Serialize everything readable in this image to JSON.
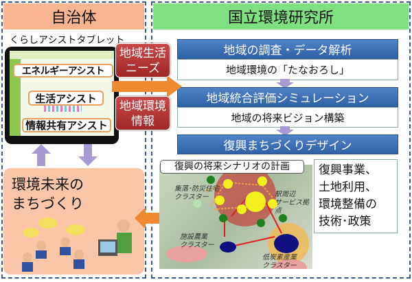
{
  "municipality": {
    "title": "自治体",
    "tablet_label": "くらしアシストタブレット",
    "assists": [
      "エネルギーアシスト",
      "生活アシスト",
      "情報共有アシスト"
    ],
    "goal": {
      "line1": "環境未来の",
      "line2": "まちづくり"
    }
  },
  "flows": {
    "needs": {
      "line1": "地域生活",
      "line2": "ニーズ"
    },
    "env_info": {
      "line1": "地域環境",
      "line2": "情報"
    }
  },
  "institute": {
    "title": "国立環境研究所",
    "steps": [
      {
        "title": "地域の調査・データ解析",
        "detail": "地域環境の「たなおろし」"
      },
      {
        "title": "地域統合評価シミュレーション",
        "detail": "地域の将来ビジョン構築"
      },
      {
        "title": "復興まちづくりデザイン"
      }
    ],
    "map": {
      "title": "復興の将来シナリオの計画",
      "labels": {
        "residential": {
          "line1": "集落･防災住宅",
          "line2": "クラスター"
        },
        "station": {
          "line1": "駅周辺",
          "line2": "サービス拠点"
        },
        "agri": {
          "line1": "施設農業",
          "line2": "クラスター"
        },
        "lowcarbon": {
          "line1": "低炭素産業",
          "line2": "クラスター"
        }
      }
    },
    "outputs": [
      "復興事業、",
      "土地利用、",
      "環境整備の",
      "技術･政策"
    ]
  },
  "colors": {
    "municipality_header": "#f7b48f",
    "institute_header": "#7ee07e",
    "step_bar": "#3a70b8",
    "flow_label": "#b83838",
    "arrow": "#f08a30",
    "purple_arrow": "#a89ad0"
  }
}
